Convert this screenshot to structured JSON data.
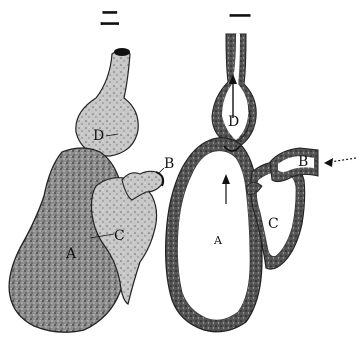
{
  "figures": {
    "left": {
      "heading": "ニ",
      "labels": {
        "d": "D",
        "b": "B",
        "c": "C",
        "a": "A"
      }
    },
    "right": {
      "heading": "一",
      "labels": {
        "d": "D",
        "b": "B",
        "c": "C",
        "a": "A"
      }
    }
  },
  "colors": {
    "ink": "#111111",
    "stipple_dark": "#4a4a4a",
    "stipple_light": "#9a9a9a",
    "paper": "#ffffff"
  }
}
